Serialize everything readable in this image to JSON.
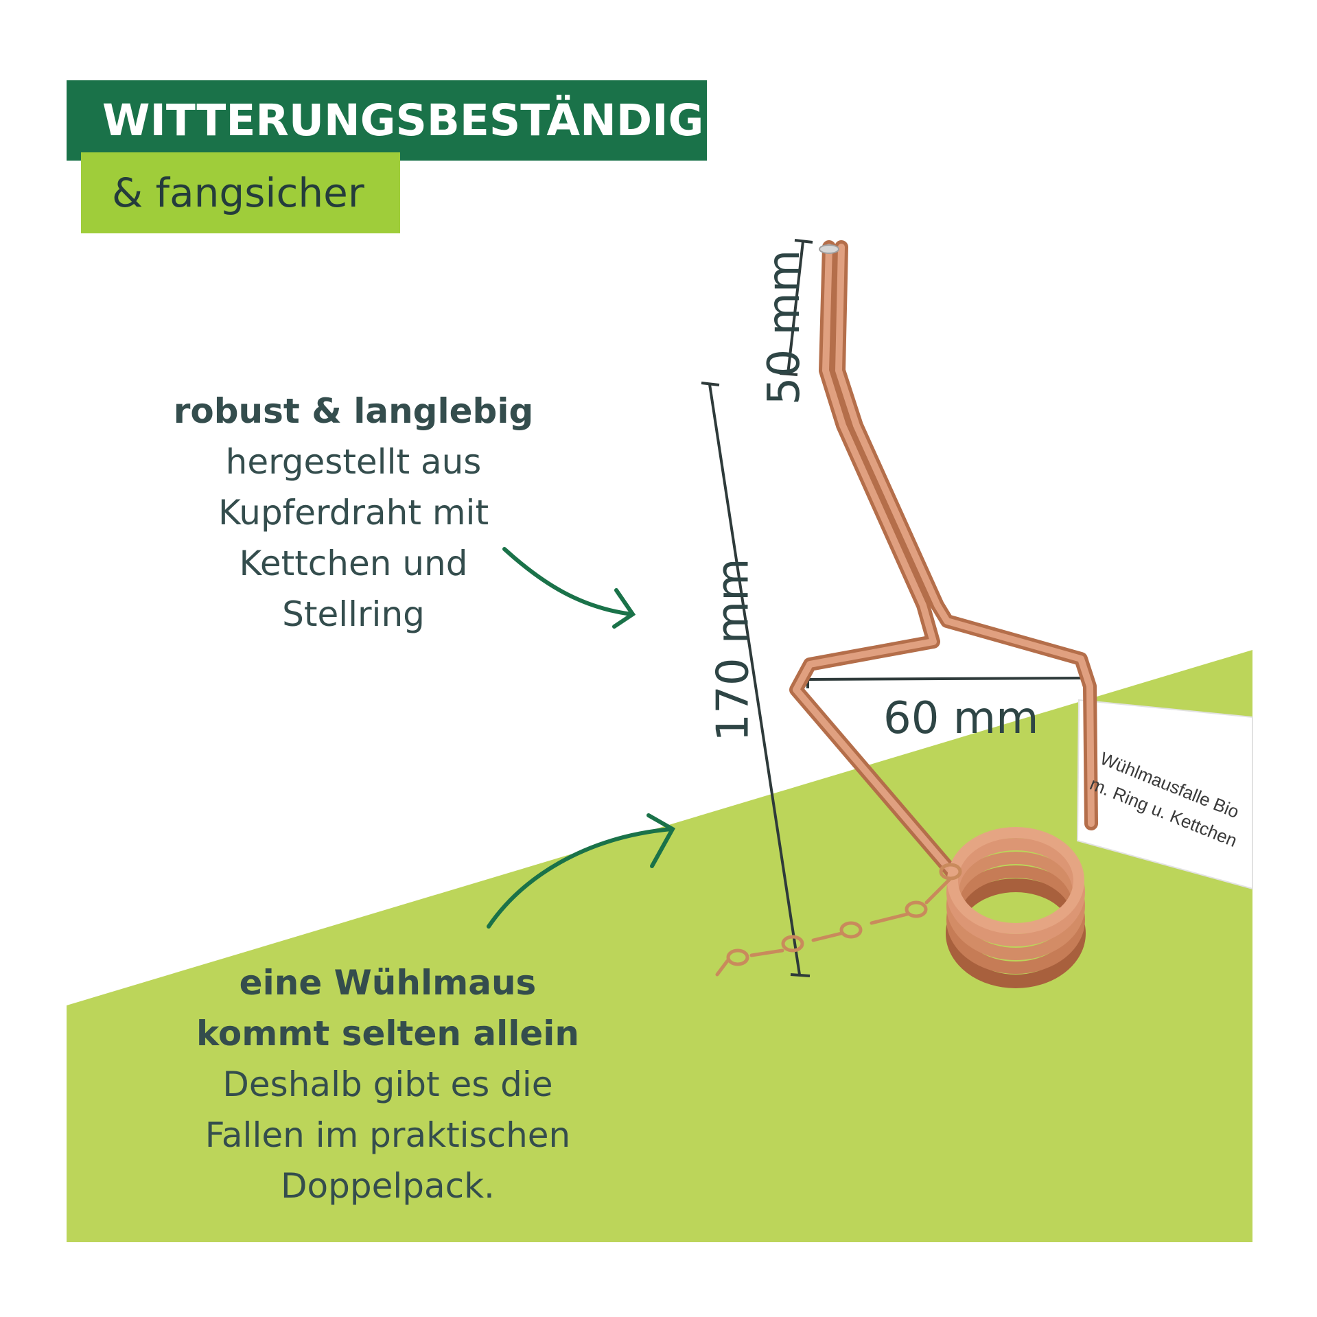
{
  "header": {
    "title": "WITTERUNGSBESTÄNDIG",
    "subtitle": "& fangsicher"
  },
  "feature_robust": {
    "headline": "robust & langlebig",
    "lines": [
      "hergestellt aus",
      "Kupferdraht mit",
      "Kettchen und",
      "Stellring"
    ]
  },
  "feature_mouse": {
    "headline_lines": [
      "eine Wühlmaus",
      "kommt selten allein"
    ],
    "lines": [
      "Deshalb gibt es die",
      "Fallen im praktischen",
      "Doppelpack."
    ]
  },
  "dimensions": {
    "top": "50 mm",
    "height": "170 mm",
    "width": "60 mm"
  },
  "product_tag": {
    "lines": [
      "Wühlmausfalle Bio",
      "m. Ring u. Kettchen"
    ]
  },
  "colors": {
    "dark_green": "#1a7249",
    "lime_green": "#9fcd3a",
    "background_green": "#bcd55a",
    "copper": "#d4906c",
    "text": "#344d4d"
  }
}
